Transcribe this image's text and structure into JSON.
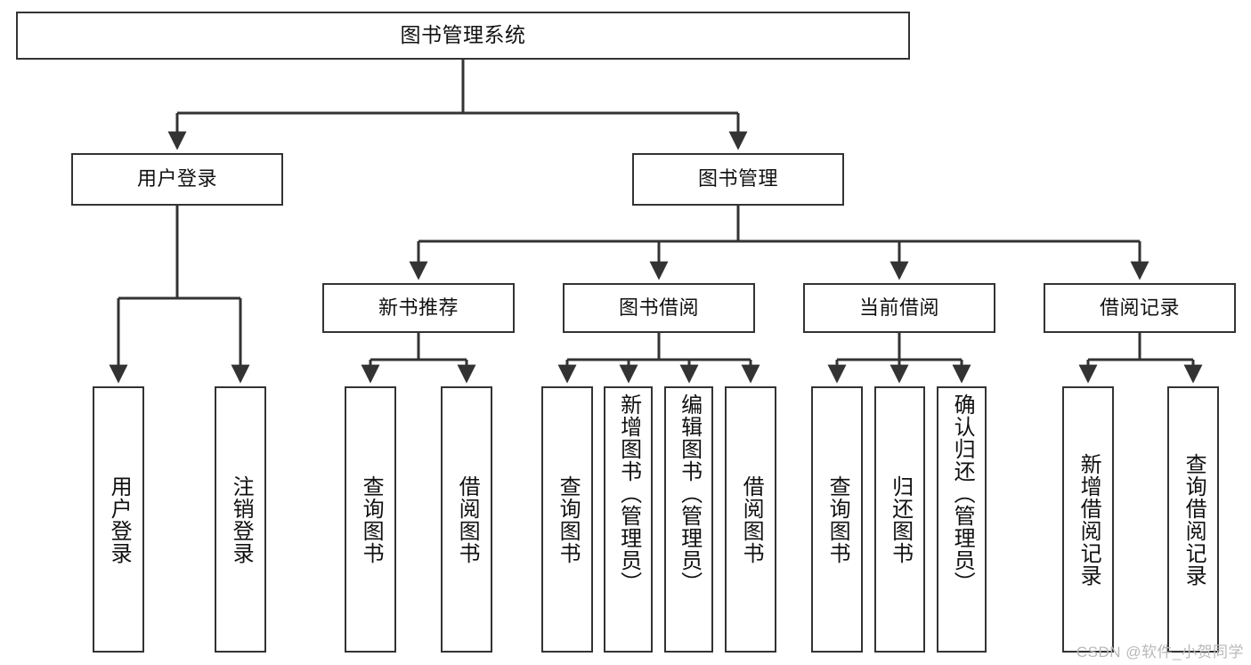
{
  "diagram": {
    "title": "图书管理系统",
    "type": "tree-hierarchy",
    "colors": {
      "stroke": "#333333",
      "fill": "#ffffff",
      "text": "#111111",
      "watermark": "#b9b9b9"
    }
  },
  "nodes": {
    "root": {
      "label": "图书管理系统"
    },
    "level2": [
      {
        "id": "user-login",
        "label": "用户登录"
      },
      {
        "id": "book-manage",
        "label": "图书管理"
      }
    ],
    "level3": [
      {
        "id": "new-book-recommend",
        "label": "新书推荐"
      },
      {
        "id": "book-borrow",
        "label": "图书借阅"
      },
      {
        "id": "current-borrow",
        "label": "当前借阅"
      },
      {
        "id": "borrow-record",
        "label": "借阅记录"
      }
    ],
    "leaves": [
      {
        "id": "leaf-user-login",
        "label": "用户登录",
        "parent": "user-login"
      },
      {
        "id": "leaf-logout-login",
        "label": "注销登录",
        "parent": "user-login"
      },
      {
        "id": "leaf-query-book-1",
        "label": "查询图书",
        "parent": "new-book-recommend"
      },
      {
        "id": "leaf-borrow-book-1",
        "label": "借阅图书",
        "parent": "new-book-recommend"
      },
      {
        "id": "leaf-query-book-2",
        "label": "查询图书",
        "parent": "book-borrow"
      },
      {
        "id": "leaf-add-book",
        "label": "新增图书（管理员）",
        "parent": "book-borrow"
      },
      {
        "id": "leaf-edit-book",
        "label": "编辑图书（管理员）",
        "parent": "book-borrow"
      },
      {
        "id": "leaf-borrow-book-2",
        "label": "借阅图书",
        "parent": "book-borrow"
      },
      {
        "id": "leaf-query-book-3",
        "label": "查询图书",
        "parent": "current-borrow"
      },
      {
        "id": "leaf-return-book",
        "label": "归还图书",
        "parent": "current-borrow"
      },
      {
        "id": "leaf-confirm-return",
        "label": "确认归还（管理员）",
        "parent": "current-borrow"
      },
      {
        "id": "leaf-add-record",
        "label": "新增借阅记录",
        "parent": "borrow-record"
      },
      {
        "id": "leaf-query-record",
        "label": "查询借阅记录",
        "parent": "borrow-record"
      }
    ]
  },
  "watermark": {
    "text": "CSDN @软件_小贺同学"
  }
}
